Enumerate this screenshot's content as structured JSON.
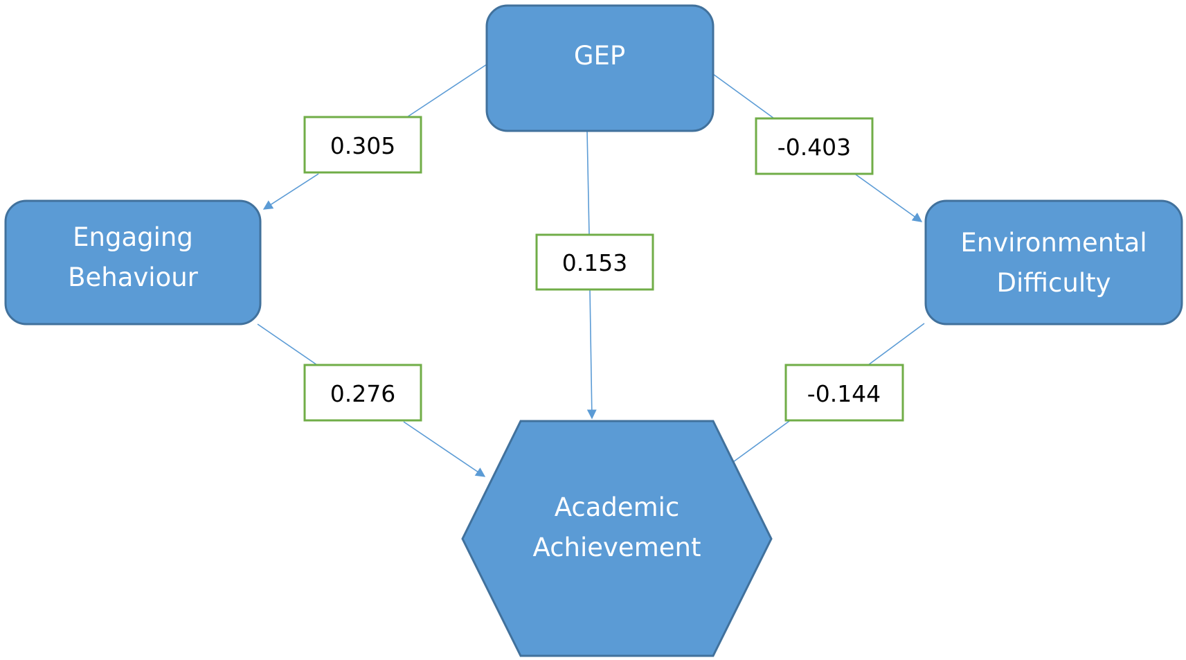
{
  "nodes": {
    "gep": {
      "lines": [
        "GEP"
      ]
    },
    "engaging": {
      "lines": [
        "Engaging",
        "Behaviour"
      ]
    },
    "environmental": {
      "lines": [
        "Environmental",
        "Difficulty"
      ]
    },
    "academic": {
      "lines": [
        "Academic",
        "Achievement"
      ]
    }
  },
  "paths": {
    "gep_to_engaging": "0.305",
    "gep_to_environmental": "-0.403",
    "gep_to_academic": "0.153",
    "engaging_to_academic": "0.276",
    "environmental_to_academic": "-0.144"
  },
  "colors": {
    "node_fill": "#5b9bd5",
    "node_stroke": "#41719c",
    "label_border": "#70ad47",
    "connector": "#5b9bd5"
  }
}
